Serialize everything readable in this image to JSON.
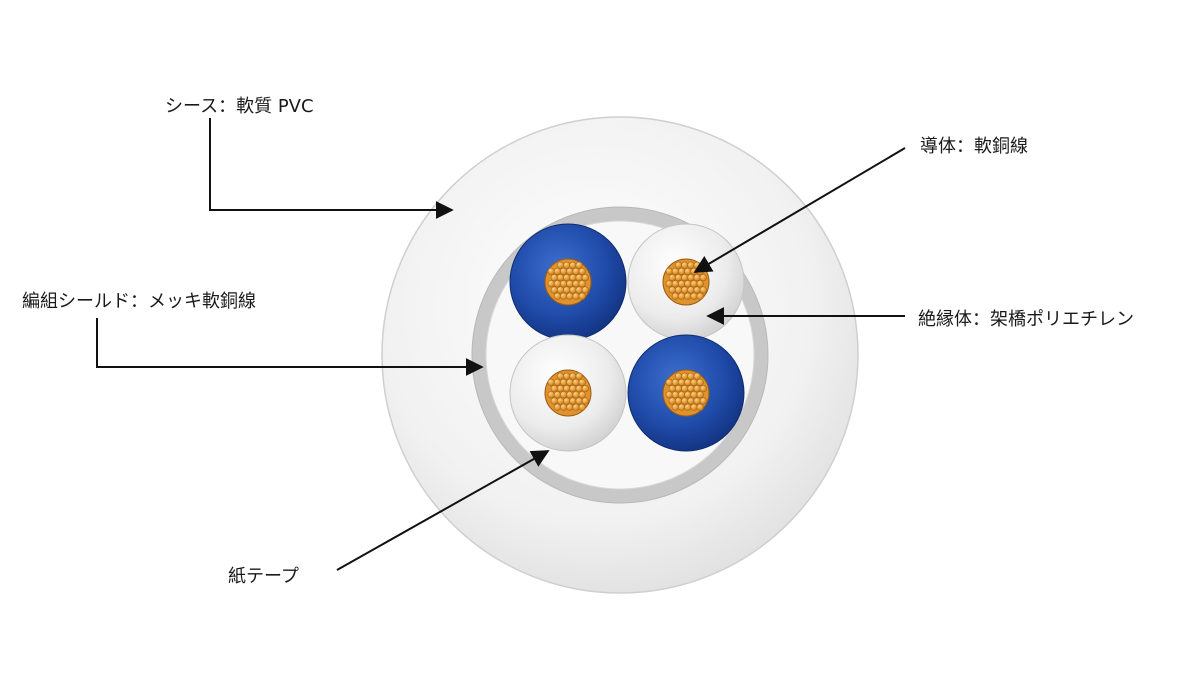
{
  "labels": {
    "sheath": "シース：軟質 PVC",
    "conductor": "導体：軟銅線",
    "shield": "編組シールド：メッキ軟銅線",
    "insulation": "絶縁体：架橋ポリエチレン",
    "paper_tape": "紙テープ"
  },
  "colors": {
    "sheath": "#ececec",
    "shield": "#c9c9c9",
    "paper_tape": "#f7f7f7",
    "insulation_white": "#e6e6e6",
    "insulation_blue": "#1c46a3",
    "conductor": "#e0932c",
    "leader": "#111111"
  },
  "cores": [
    {
      "insulation": "blue"
    },
    {
      "insulation": "white"
    },
    {
      "insulation": "white"
    },
    {
      "insulation": "blue"
    }
  ]
}
